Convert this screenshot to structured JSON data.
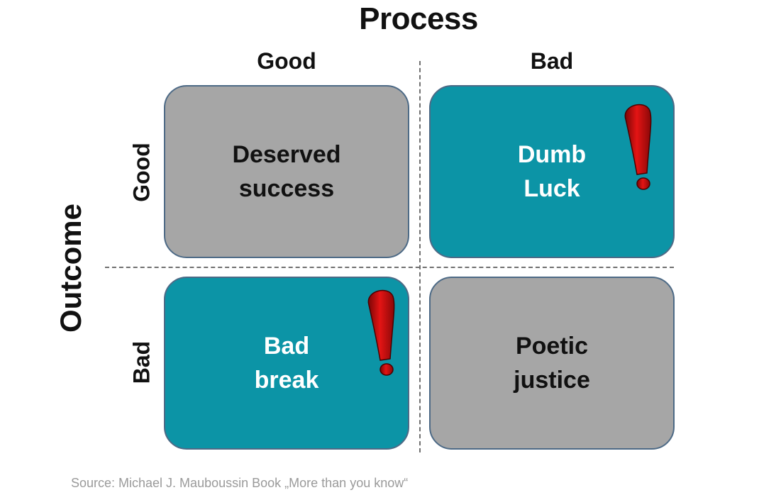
{
  "title": "Process",
  "columns": {
    "good": "Good",
    "bad": "Bad"
  },
  "axis": {
    "outcome": "Outcome"
  },
  "rows": {
    "good": "Good",
    "bad": "Bad"
  },
  "cells": {
    "top_left": {
      "line1": "Deserved",
      "line2": "success"
    },
    "top_right": {
      "line1": "Dumb",
      "line2": "Luck"
    },
    "bottom_left": {
      "line1": "Bad",
      "line2": "break"
    },
    "bottom_right": {
      "line1": "Poetic",
      "line2": "justice"
    }
  },
  "colors": {
    "gray_cell": "#a6a6a6",
    "teal_cell": "#0c94a6",
    "exclamation": "#d80f0f"
  },
  "icons": {
    "warning": "exclamation-mark-icon"
  },
  "source": "Source: Michael J. Mauboussin Book „More than you know“"
}
